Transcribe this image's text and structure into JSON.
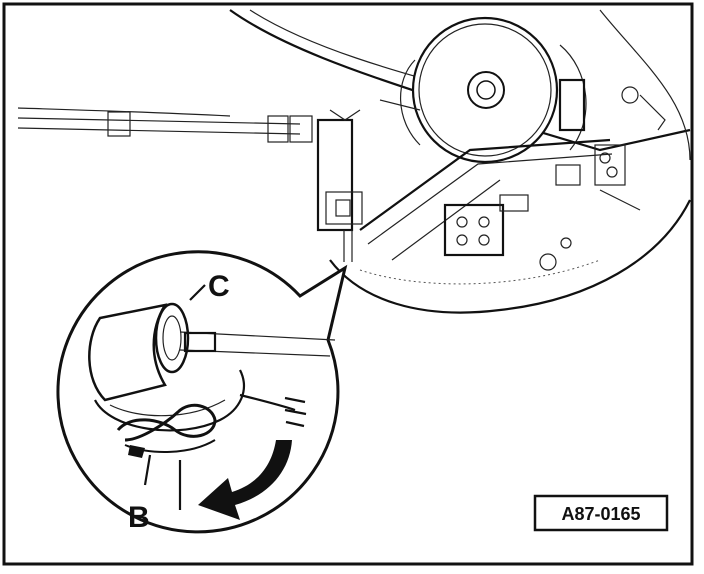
{
  "diagram": {
    "callouts": {
      "b": "B",
      "c": "C"
    },
    "reference_code": "A87-0165",
    "colors": {
      "ink": "#111111",
      "paper": "#ffffff",
      "shade": "#d8d8d8"
    }
  }
}
